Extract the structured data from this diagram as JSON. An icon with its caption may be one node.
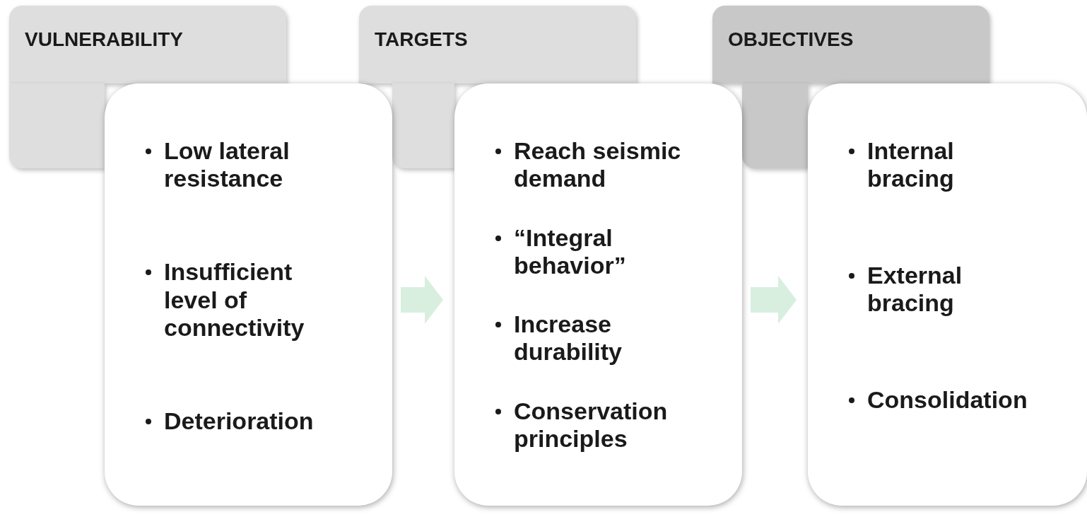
{
  "diagram": {
    "nodes": [
      {
        "text": [
          "VULNERABILITY"
        ]
      },
      {
        "text": [
          "Low lateral resistance",
          "Insufficient level of connectivity",
          "Deterioration"
        ]
      },
      {
        "text": [
          "TARGETS"
        ]
      },
      {
        "text": [
          "Reach seismic demand",
          "“Integral behavior”",
          "Increase durability",
          "Conservation principles"
        ]
      },
      {
        "text": [
          "OBJECTIVES"
        ]
      },
      {
        "text": [
          "Internal bracing",
          "External bracing",
          "Consolidation"
        ]
      }
    ],
    "edges": [
      {
        "from": 1,
        "to": 3,
        "arrow": "to",
        "color": "#d8efdf"
      },
      {
        "from": 3,
        "to": 5,
        "arrow": "to",
        "color": "#d8efdf"
      }
    ]
  }
}
